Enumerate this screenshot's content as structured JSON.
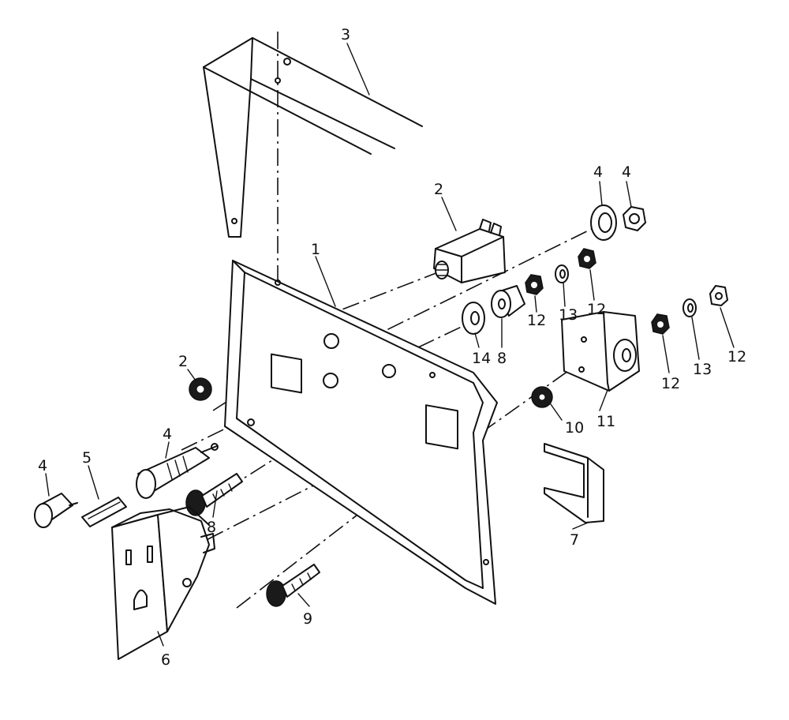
{
  "callouts": {
    "c1": "1",
    "c2a": "2",
    "c2b": "2",
    "c3": "3",
    "c4a": "4",
    "c4b": "4",
    "c4c": "4",
    "c4d": "4",
    "c5": "5",
    "c6": "6",
    "c7": "7",
    "c8a": "8",
    "c8b": "8",
    "c9": "9",
    "c10": "10",
    "c11": "11",
    "c12a": "12",
    "c12b": "12",
    "c12c": "12",
    "c12d": "12",
    "c13a": "13",
    "c13b": "13",
    "c14": "14"
  }
}
